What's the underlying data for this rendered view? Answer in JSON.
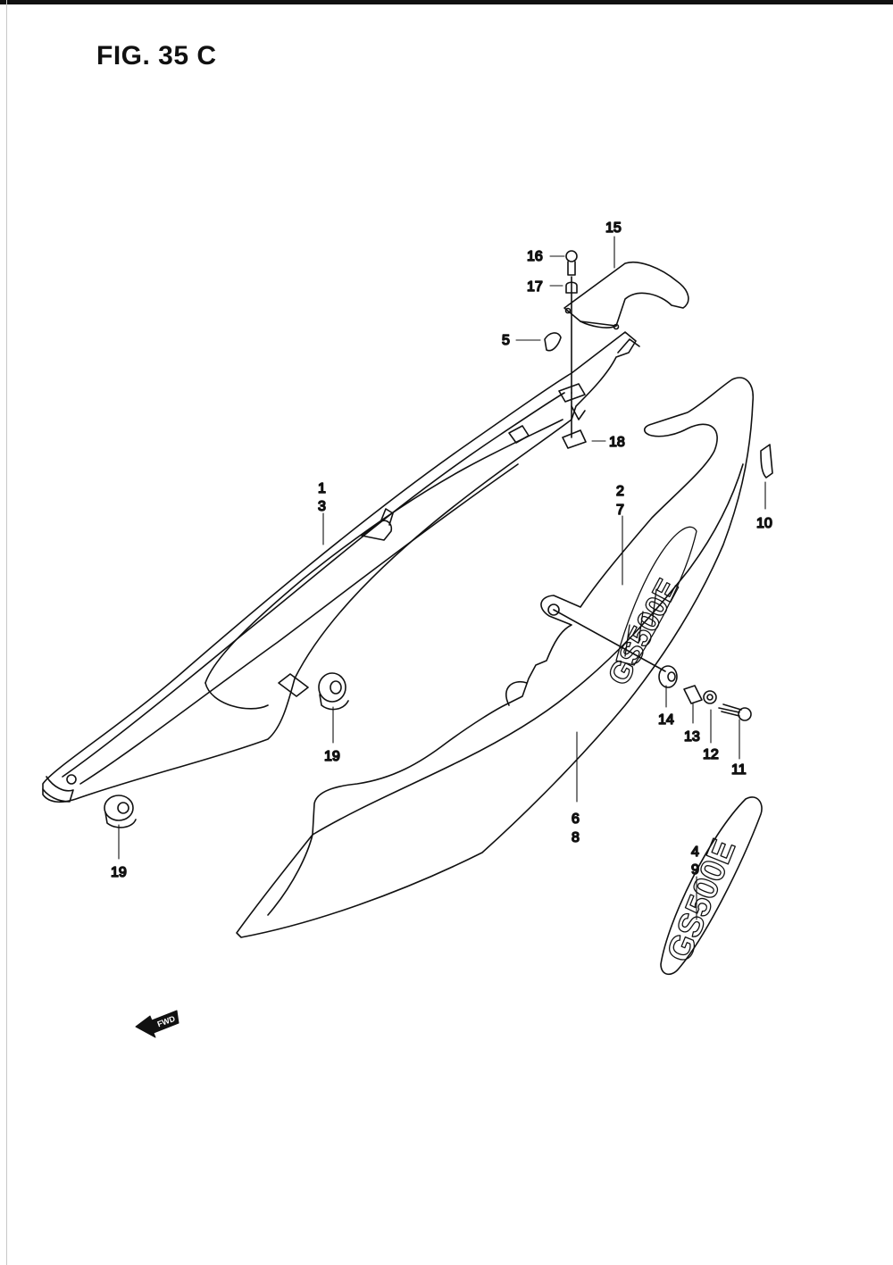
{
  "figure": {
    "title": "FIG. 35 C"
  },
  "parts": [
    {
      "id": "p1",
      "label": "1"
    },
    {
      "id": "p3",
      "label": "3"
    },
    {
      "id": "p2",
      "label": "2"
    },
    {
      "id": "p7",
      "label": "7"
    },
    {
      "id": "p4",
      "label": "4"
    },
    {
      "id": "p9",
      "label": "9"
    },
    {
      "id": "p5",
      "label": "5"
    },
    {
      "id": "p6",
      "label": "6"
    },
    {
      "id": "p8",
      "label": "8"
    },
    {
      "id": "p10",
      "label": "10"
    },
    {
      "id": "p11",
      "label": "11"
    },
    {
      "id": "p12",
      "label": "12"
    },
    {
      "id": "p13",
      "label": "13"
    },
    {
      "id": "p14",
      "label": "14"
    },
    {
      "id": "p15",
      "label": "15"
    },
    {
      "id": "p16",
      "label": "16"
    },
    {
      "id": "p17",
      "label": "17"
    },
    {
      "id": "p18",
      "label": "18"
    },
    {
      "id": "p19a",
      "label": "19"
    },
    {
      "id": "p19b",
      "label": "19"
    }
  ],
  "emblem": {
    "text": "GS500E",
    "side_text": "GS500E"
  },
  "direction_marker": {
    "label": "FWD",
    "icon": "forward-arrow-icon"
  }
}
